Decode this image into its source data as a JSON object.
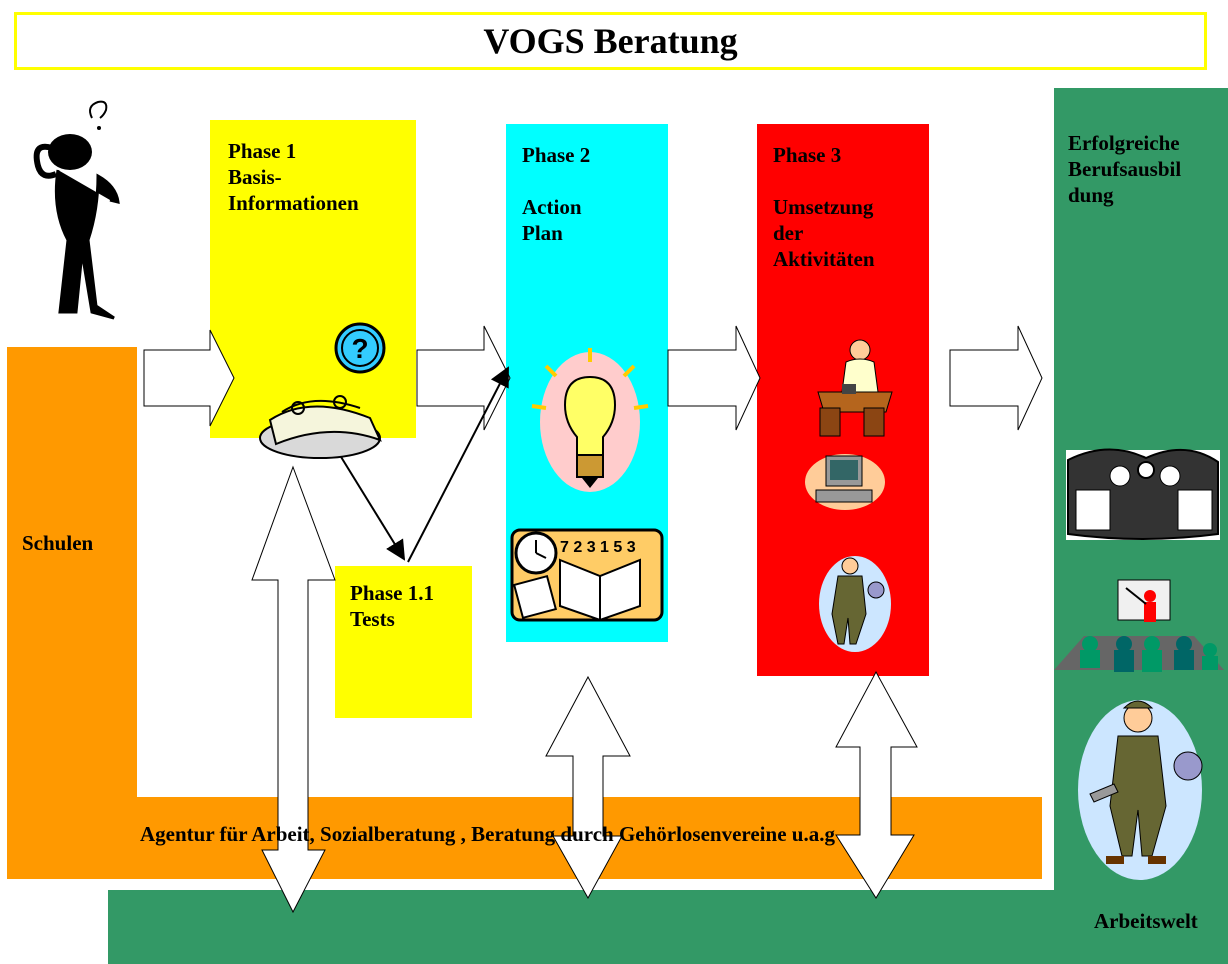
{
  "title": "VOGS Beratung",
  "colors": {
    "yellow": "#ffff00",
    "cyan": "#00ffff",
    "red": "#ff0000",
    "orange": "#ff9900",
    "green": "#339966"
  },
  "schulen": {
    "label": "Schulen"
  },
  "phase1": {
    "title": "Phase 1",
    "subtitle": "Basis-\nInformationen"
  },
  "phase11": {
    "title": "Phase 1.1",
    "subtitle": "Tests"
  },
  "phase2": {
    "title": "Phase 2",
    "subtitle": "Action\nPlan"
  },
  "phase3": {
    "title": "Phase 3",
    "subtitle": "Umsetzung\nder\nAktivitäten"
  },
  "outcome": {
    "label": "Erfolgreiche\nBerufsausbil\ndung"
  },
  "agentur": {
    "label": "Agentur für Arbeit, Sozialberatung , Beratung durch Gehörlosenvereine u.a.g"
  },
  "arbeitswelt": {
    "label": "Arbeitswelt"
  },
  "icons": {
    "thinker": "confused-person-icon",
    "question": "question-mark-icon",
    "rolodex": "rolodex-icon",
    "lightbulb": "lightbulb-icon",
    "calendar": "calendar-book-icon",
    "telephone": "office-telephone-icon",
    "computer": "computer-icon",
    "mechanic": "mechanic-icon",
    "meeting": "business-meeting-icon",
    "presentation": "presentation-icon",
    "worker": "worker-icon"
  }
}
